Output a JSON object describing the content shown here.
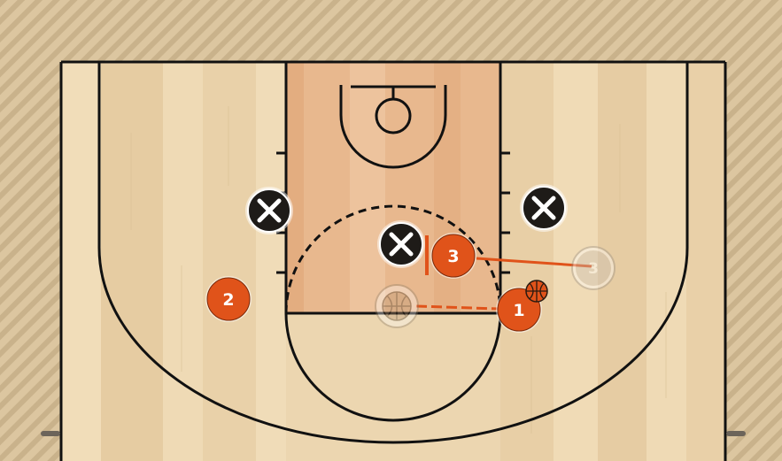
{
  "play": {
    "offense": [
      {
        "id": "player-1",
        "label": "1",
        "has_ball": true
      },
      {
        "id": "player-2",
        "label": "2",
        "has_ball": false
      },
      {
        "id": "player-3",
        "label": "3",
        "has_ball": false
      }
    ],
    "ghost_positions": [
      {
        "id": "player-3-start",
        "label": "3"
      }
    ],
    "defense": [
      {
        "id": "defender-left-wing",
        "label": "X"
      },
      {
        "id": "defender-lane",
        "label": "X"
      },
      {
        "id": "defender-right-wing",
        "label": "X"
      }
    ],
    "actions": [
      {
        "type": "cut",
        "from": "player-3-start",
        "to": "player-3"
      },
      {
        "type": "screen",
        "by": "player-3"
      },
      {
        "type": "dribble",
        "by": "player-1"
      }
    ]
  },
  "colors": {
    "offense": "#e0531a",
    "defense": "#1e1b18",
    "paint": "#e8b88e",
    "floor": "#ecd6b0",
    "lines": "#111111",
    "action": "#e0531a"
  },
  "icons": {
    "ball": "basketball-icon",
    "ghost_ball": "basketball-ghost-icon"
  }
}
